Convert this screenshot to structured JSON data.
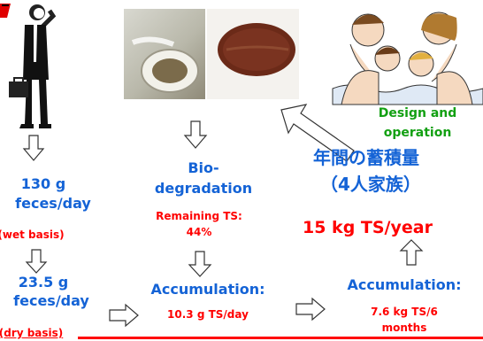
{
  "col1": {
    "amount": "130 g",
    "unit": "feces/day",
    "note": "(wet basis)",
    "dry_amount": "23.5 g",
    "dry_unit": "feces/day",
    "dry_note": "(dry basis)"
  },
  "col2": {
    "process_line1": "Bio-",
    "process_line2": "degradation",
    "remaining_line1": "Remaining TS:",
    "remaining_line2": "44%",
    "accum_title": "Accumulation:",
    "accum_value": "10.3 g TS/day"
  },
  "col3": {
    "design_line1": "Design and",
    "design_line2": "operation",
    "jp_line1": "年間の蓄積量",
    "jp_line2": "（4人家族）",
    "yearly": "15 kg TS/year",
    "accum_title": "Accumulation:",
    "accum_value_line1": "7.6 kg TS/6",
    "accum_value_line2": "months"
  },
  "colors": {
    "blue": "#1463d6",
    "red": "#ff0000",
    "green": "#12a012"
  }
}
